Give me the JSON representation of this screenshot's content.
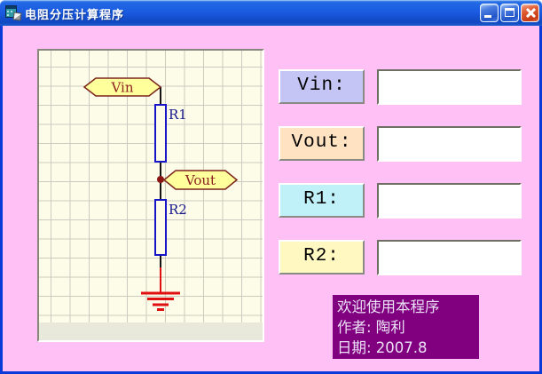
{
  "window": {
    "title": "电阻分压计算程序"
  },
  "icons": {
    "app": "vb-form-with-pencil",
    "minimize": "dash",
    "maximize": "square-outline",
    "close": "x-cross"
  },
  "colors": {
    "client_bg": "#ffc0f6",
    "panel_bg": "#fdfce8",
    "titlebar_blue": "#1b5ce2",
    "window_border": "#0a3bd8",
    "schematic_tag_fill": "#ffff9c",
    "schematic_tag_stroke": "#7b241c",
    "resistor_stroke": "#1616c8",
    "ground_red": "#e01010"
  },
  "circuit": {
    "vin_tag": "Vin",
    "vout_tag": "Vout",
    "r1_tag": "R1",
    "r2_tag": "R2"
  },
  "fields": [
    {
      "label": "Vin:",
      "value": "",
      "label_bg": "#c5c5f5"
    },
    {
      "label": "Vout:",
      "value": "",
      "label_bg": "#ffe2c2"
    },
    {
      "label": "R1:",
      "value": "",
      "label_bg": "#c0f0f8"
    },
    {
      "label": "R2:",
      "value": "",
      "label_bg": "#fff8c0"
    }
  ],
  "info_box": {
    "bg": "#800080",
    "lines": [
      "欢迎使用本程序",
      "作者: 陶利",
      "日期: 2007.8"
    ]
  }
}
